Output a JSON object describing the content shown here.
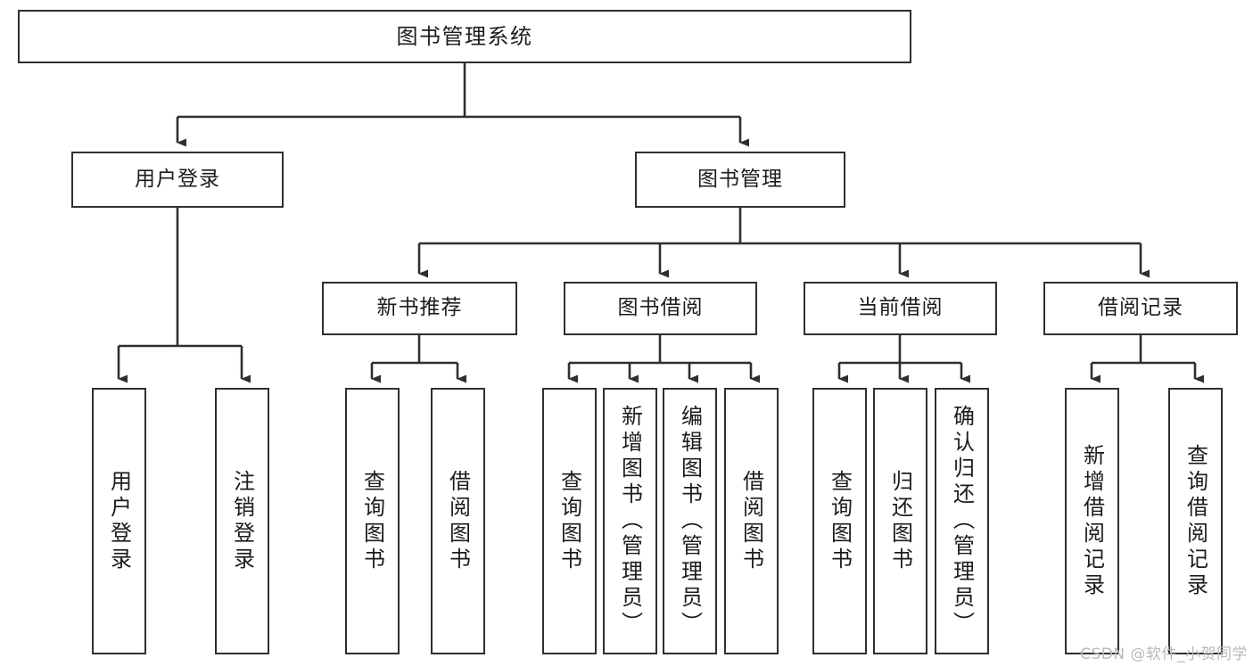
{
  "diagram": {
    "type": "tree-hierarchy",
    "title": "图书管理系统",
    "orientation": "top-down",
    "watermark": "CSDN @软件_小贺同学",
    "colors": {
      "box_border": "#2f2f2f",
      "box_fill": "#ffffff",
      "connector": "#2f2f2f",
      "text": "#1c1c1c",
      "watermark": "#b9b9b9"
    },
    "root": {
      "label": "图书管理系统"
    },
    "level2": [
      {
        "label": "用户登录"
      },
      {
        "label": "图书管理"
      }
    ],
    "level3": [
      {
        "label": "新书推荐"
      },
      {
        "label": "图书借阅"
      },
      {
        "label": "当前借阅"
      },
      {
        "label": "借阅记录"
      }
    ],
    "leaves": {
      "user_login": [
        {
          "label": "用户登录"
        },
        {
          "label": "注销登录"
        }
      ],
      "new_book_recommend": [
        {
          "label": "查询图书"
        },
        {
          "label": "借阅图书"
        }
      ],
      "book_borrow": [
        {
          "label": "查询图书"
        },
        {
          "label": "新增图书（管理员）"
        },
        {
          "label": "编辑图书（管理员）"
        },
        {
          "label": "借阅图书"
        }
      ],
      "current_borrow": [
        {
          "label": "查询图书"
        },
        {
          "label": "归还图书"
        },
        {
          "label": "确认归还（管理员）"
        }
      ],
      "borrow_record": [
        {
          "label": "新增借阅记录"
        },
        {
          "label": "查询借阅记录"
        }
      ]
    }
  }
}
